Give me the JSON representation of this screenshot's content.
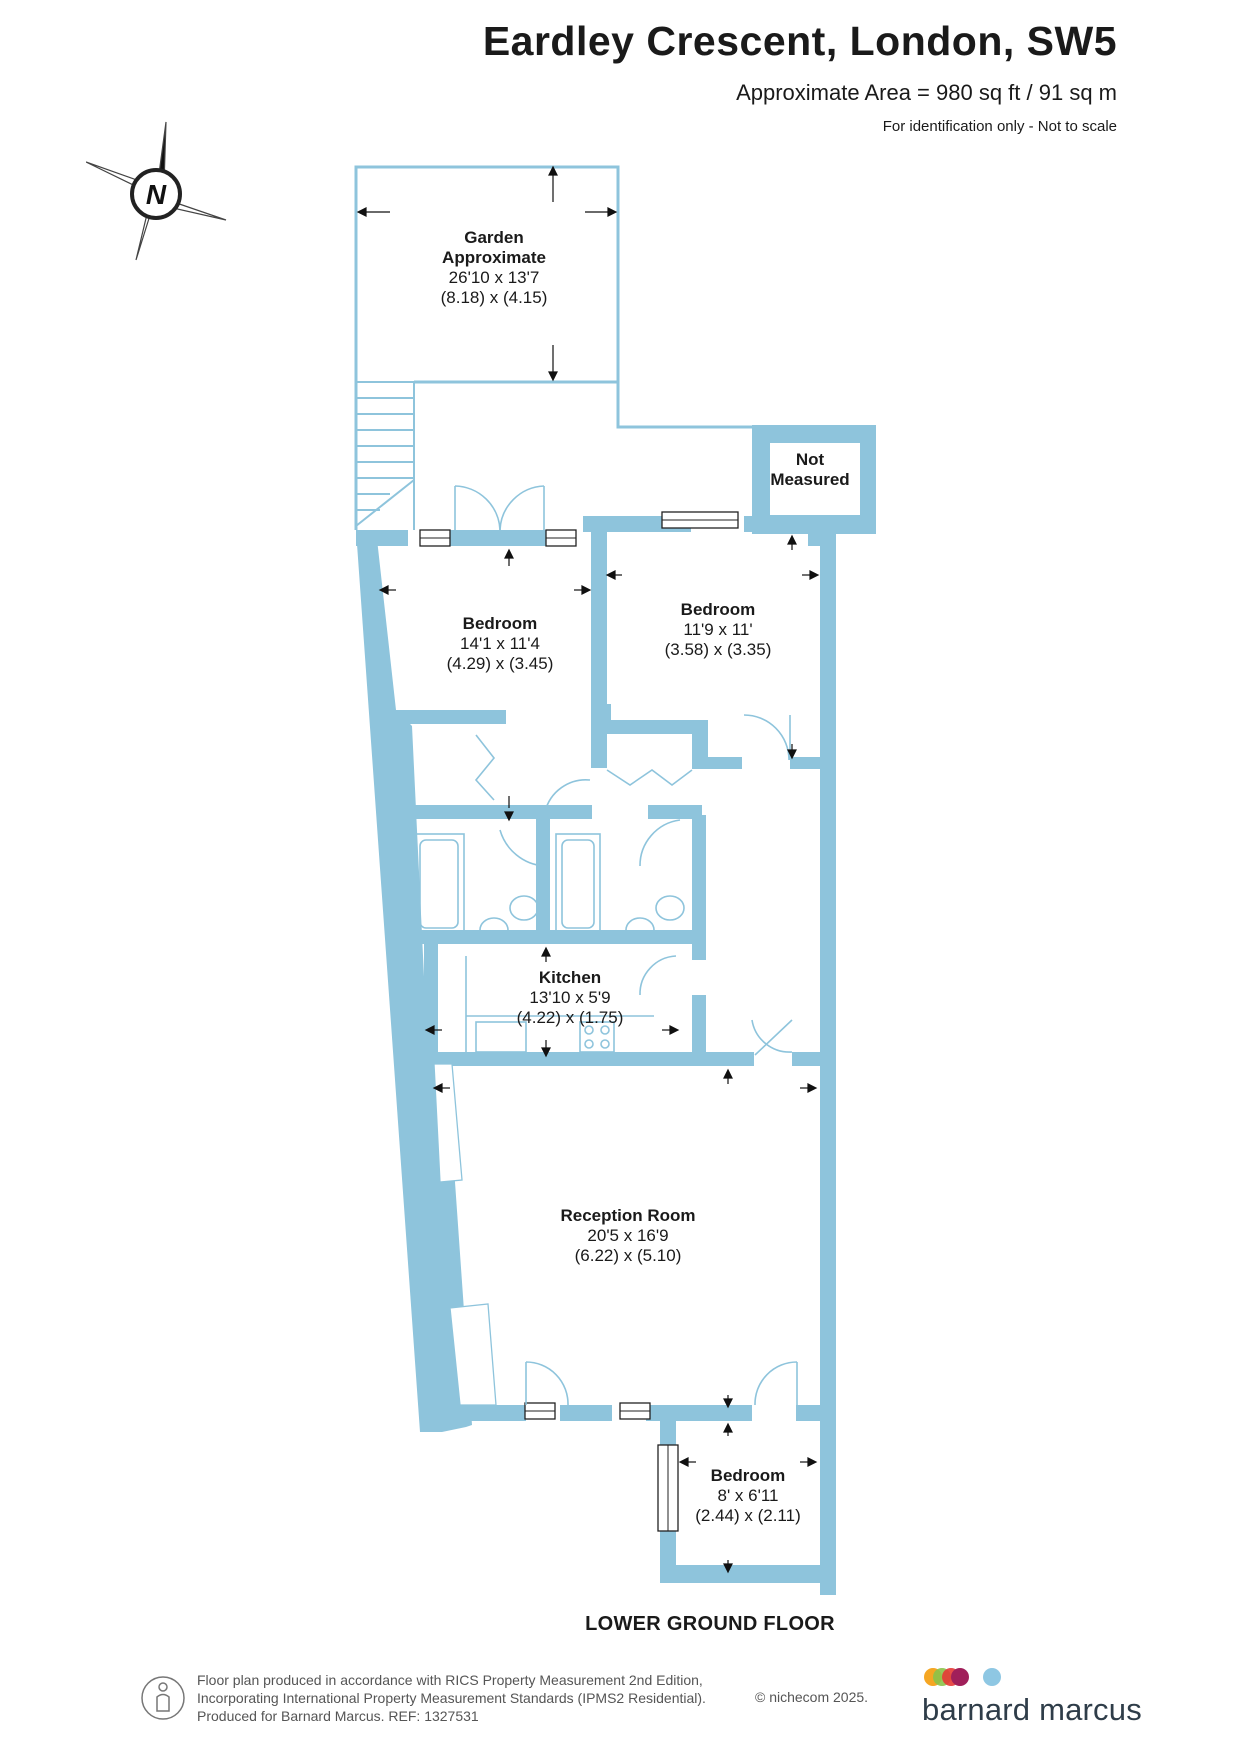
{
  "header": {
    "title": "Eardley Crescent, London, SW5",
    "area": "Approximate Area = 980 sq ft / 91 sq m",
    "note": "For identification only - Not to scale"
  },
  "compass": {
    "letter": "N",
    "icon": "north-arrow-icon"
  },
  "rooms": {
    "garden": {
      "name1": "Garden",
      "name2": "Approximate",
      "imperial": "26'10 x 13'7",
      "metric": "(8.18) x (4.15)"
    },
    "not_measured": {
      "line1": "Not",
      "line2": "Measured"
    },
    "bedroom1": {
      "name": "Bedroom",
      "imperial": "14'1 x 11'4",
      "metric": "(4.29) x (3.45)"
    },
    "bedroom2": {
      "name": "Bedroom",
      "imperial": "11'9 x 11'",
      "metric": "(3.58) x (3.35)"
    },
    "kitchen": {
      "name": "Kitchen",
      "imperial": "13'10 x 5'9",
      "metric": "(4.22) x (1.75)"
    },
    "reception": {
      "name": "Reception Room",
      "imperial": "20'5 x 16'9",
      "metric": "(6.22) x (5.10)"
    },
    "bedroom3": {
      "name": "Bedroom",
      "imperial": "8' x 6'11",
      "metric": "(2.44) x (2.11)"
    }
  },
  "floor_label": "LOWER GROUND FLOOR",
  "footer": {
    "line1": "Floor plan produced in accordance with RICS Property Measurement 2nd Edition,",
    "line2": "Incorporating International Property Measurement Standards (IPMS2 Residential).",
    "line3": "Produced for Barnard Marcus.   REF:  1327531",
    "copyright": "© nichecom 2025.",
    "icon": "person-icon"
  },
  "brand": {
    "name": "barnard marcus",
    "dot_colors": [
      "#f5a623",
      "#8bc34a",
      "#e53935",
      "#a01f5a",
      "#8ec7e3"
    ]
  },
  "colors": {
    "wall": "#8ec4dc",
    "garden_wall": "#a9cde0",
    "text": "#1a1a1a"
  }
}
